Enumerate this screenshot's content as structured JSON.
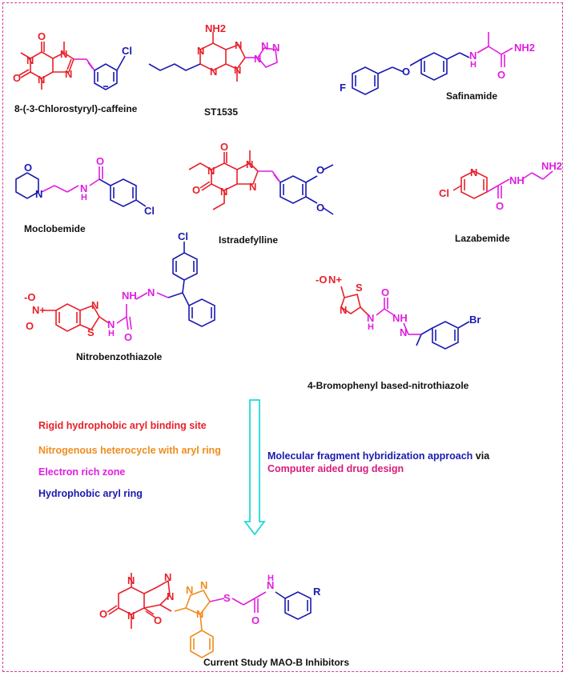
{
  "colors": {
    "red": "#e8202a",
    "blue": "#1a1ab0",
    "magenta": "#e01ee0",
    "orange": "#f08c1c",
    "pink": "#d81c7a",
    "cyan": "#20d8d8",
    "frame": "#d43c9a"
  },
  "compounds": [
    {
      "label": "8-(-3-Chlorostyryl)-caffeine"
    },
    {
      "label": "ST1535"
    },
    {
      "label": "Safinamide"
    },
    {
      "label": "Moclobemide"
    },
    {
      "label": "Istradefylline"
    },
    {
      "label": "Lazabemide"
    },
    {
      "label": "Nitrobenzothiazole"
    },
    {
      "label": "4-Bromophenyl based-nitrothiazole"
    }
  ],
  "legend": [
    {
      "text": "Rigid hydrophobic aryl binding site",
      "color": "#e8202a"
    },
    {
      "text": "Nitrogenous heterocycle with aryl ring",
      "color": "#f08c1c"
    },
    {
      "text": "Electron rich zone",
      "color": "#e01ee0"
    },
    {
      "text": "Hydrophobic aryl ring",
      "color": "#1a1ab0"
    }
  ],
  "approach": {
    "line1": "Molecular fragment hybridization approach",
    "line1_suffix": " via",
    "line2": "Computer aided drug design"
  },
  "result": {
    "label": "Current Study MAO-B Inhibitors"
  },
  "atoms": {
    "O": "O",
    "N": "N",
    "Cl": "Cl",
    "F": "F",
    "S": "S",
    "Br": "Br",
    "NH2": "NH2",
    "NH": "NH",
    "H": "H",
    "R": "R",
    "ominus": "-O",
    "nplus": "N+"
  }
}
